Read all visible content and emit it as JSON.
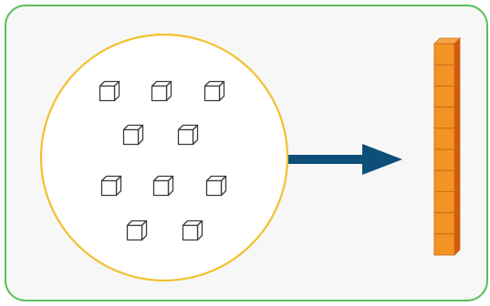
{
  "diagram": {
    "frame_color": "#5cc05a",
    "background_color": "#f7f7f7",
    "group": {
      "outline_color": "#f2c12e",
      "fill_color": "#ffffff",
      "cube_count": 10,
      "cube_icon": "unit-cube-icon",
      "cube_stroke": "#3a3a3a",
      "cube_rows": [
        3,
        2,
        3,
        2
      ]
    },
    "arrow": {
      "color": "#0d4f78",
      "icon": "right-arrow-icon"
    },
    "rod": {
      "unit_count": 10,
      "front_color": "#f39324",
      "side_color": "#d25a14",
      "top_color": "#f6a446",
      "line_color": "#c96a12"
    }
  }
}
